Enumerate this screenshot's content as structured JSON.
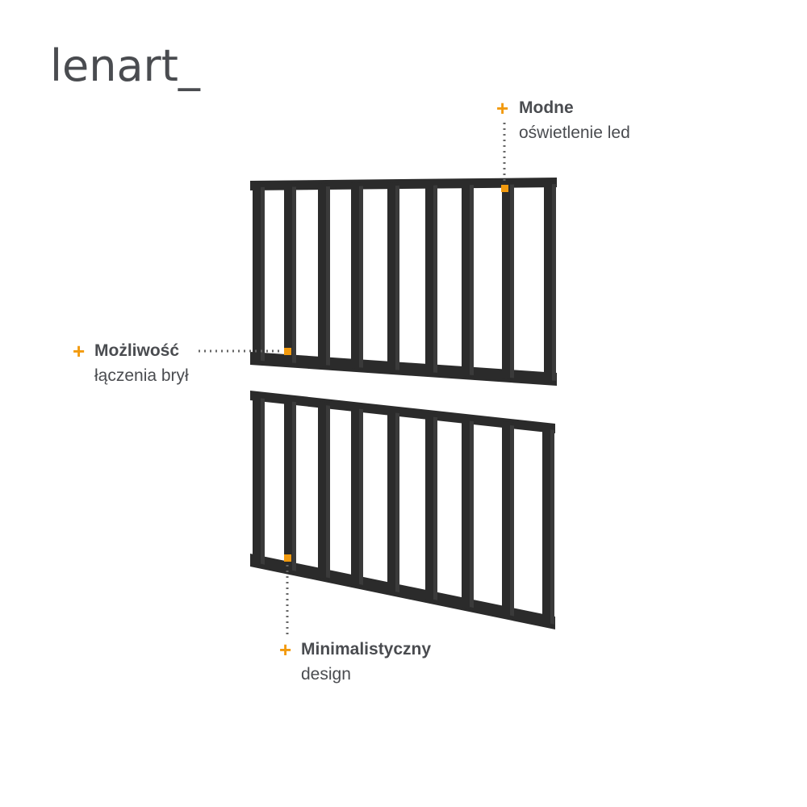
{
  "brand": {
    "logo_text": "lenart_"
  },
  "colors": {
    "accent": "#f29a0e",
    "frame": "#2b2b2b",
    "text": "#4a4c50"
  },
  "callouts": [
    {
      "title": "Modne",
      "subtitle": "oświetlenie led",
      "icon": "plus-icon"
    },
    {
      "title": "Możliwość",
      "subtitle": "łączenia brył",
      "icon": "plus-icon"
    },
    {
      "title": "Minimalistyczny",
      "subtitle": "design",
      "icon": "plus-icon"
    }
  ]
}
